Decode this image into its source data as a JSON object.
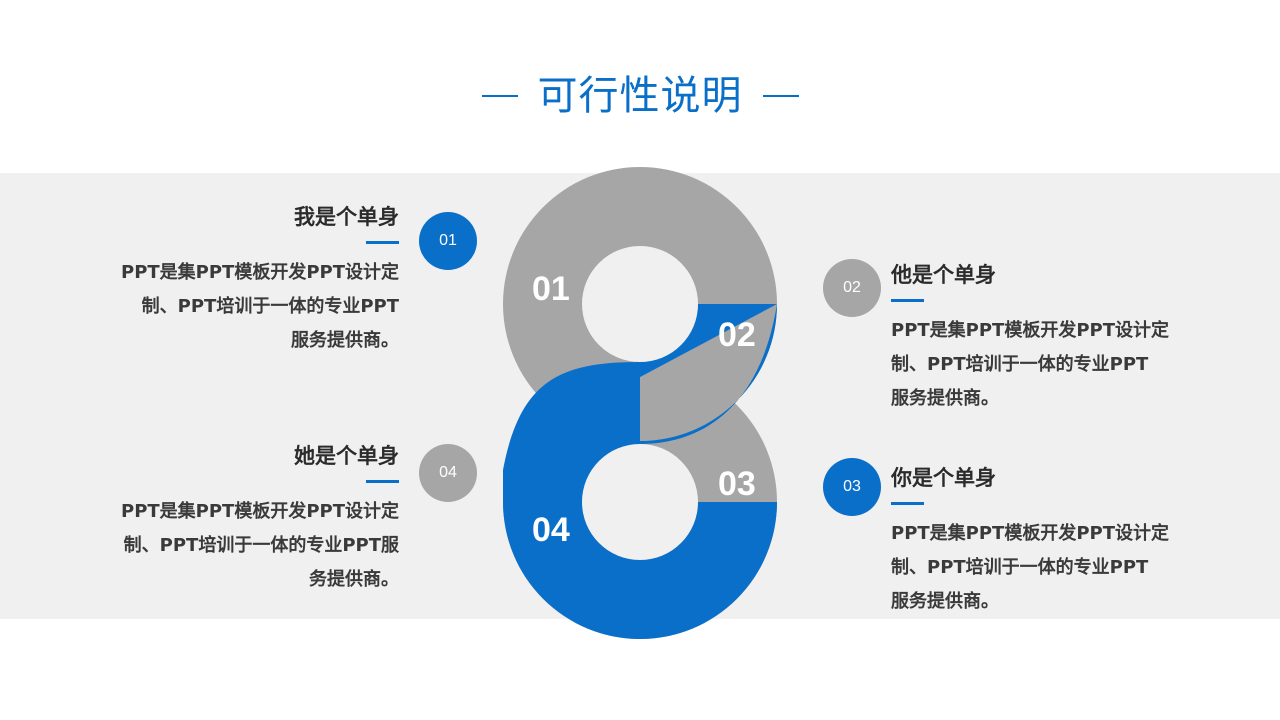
{
  "title": "可行性说明",
  "colors": {
    "accent": "#0a6fc8",
    "gray": "#a6a6a6",
    "band": "#f0f0f0",
    "text": "#333333"
  },
  "diagram": {
    "type": "figure-eight-ring",
    "segments": [
      {
        "label": "01",
        "color": "gray",
        "position": "upper-ring-left"
      },
      {
        "label": "02",
        "color": "blue",
        "position": "upper-ring-lower-right"
      },
      {
        "label": "03",
        "color": "gray",
        "position": "lower-ring-upper-right"
      },
      {
        "label": "04",
        "color": "blue",
        "position": "lower-ring-left"
      }
    ]
  },
  "items": [
    {
      "num": "01",
      "heading": "我是个单身",
      "body_lines": [
        "PPT是集PPT模板开发PPT设计定",
        "制、PPT培训于一体的专业PPT",
        "服务提供商。"
      ],
      "badge_color": "blue",
      "side": "left"
    },
    {
      "num": "02",
      "heading": "他是个单身",
      "body_lines": [
        "PPT是集PPT模板开发PPT设计定",
        "制、PPT培训于一体的专业PPT",
        "服务提供商。"
      ],
      "badge_color": "gray",
      "side": "right"
    },
    {
      "num": "03",
      "heading": "你是个单身",
      "body_lines": [
        "PPT是集PPT模板开发PPT设计定",
        "制、PPT培训于一体的专业PPT",
        "服务提供商。"
      ],
      "badge_color": "blue",
      "side": "right"
    },
    {
      "num": "04",
      "heading": "她是个单身",
      "body_lines": [
        "PPT是集PPT模板开发PPT设计定",
        "制、PPT培训于一体的专业PPT服",
        "务提供商。"
      ],
      "badge_color": "gray",
      "side": "left"
    }
  ]
}
